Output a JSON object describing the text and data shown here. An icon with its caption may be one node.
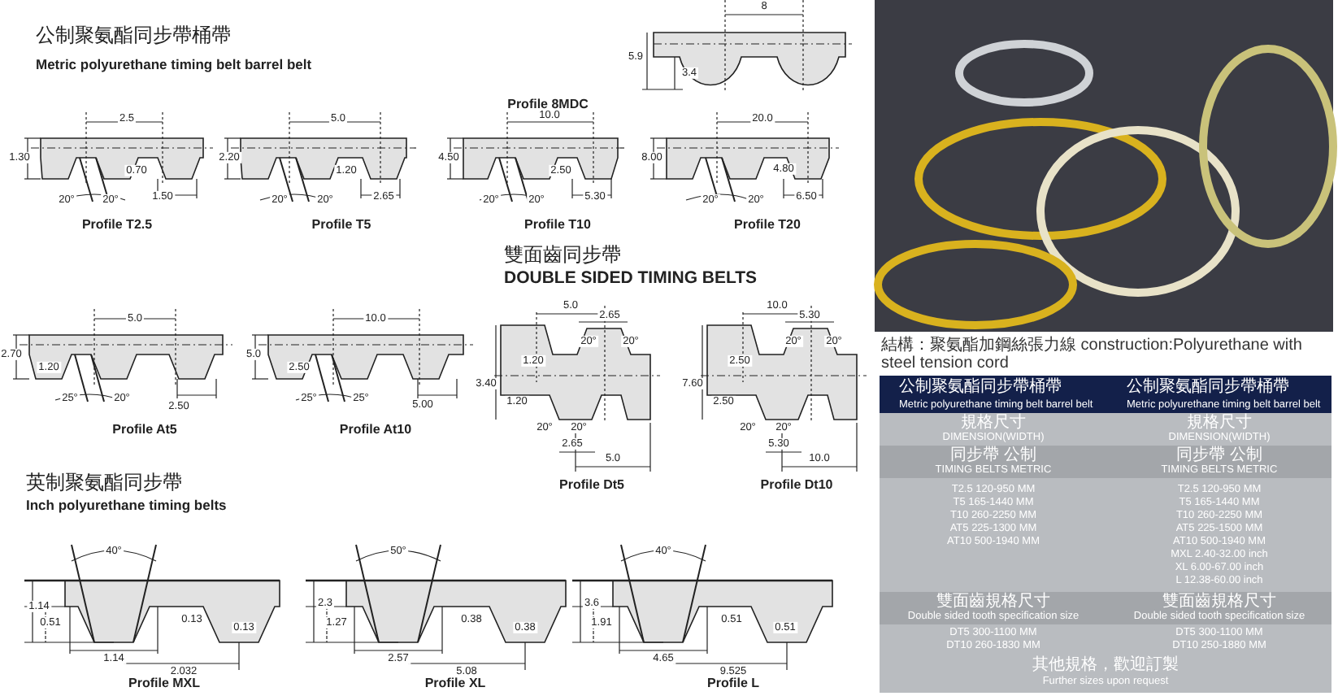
{
  "diagram": {
    "labels": [
      "公制聚氨酯同步帶桶帶",
      "Metric polyurethane timing belt barrel belt",
      "2.5",
      "1.30",
      "0.70",
      "20°",
      "20°",
      "1.50",
      "Profile T2.5",
      "5.0",
      "2.20",
      "1.20",
      "20°",
      "20°",
      "2.65",
      "Profile T5",
      "8",
      "5.9",
      "3.4",
      "Profile 8MDC",
      "10.0",
      "4.50",
      "2.50",
      "20°",
      "20°",
      "5.30",
      "Profile T10",
      "20.0",
      "8.00",
      "4.80",
      "20°",
      "20°",
      "6.50",
      "Profile T20",
      "雙面齒同步帶",
      "DOUBLE SIDED TIMING BELTS",
      "5.0",
      "2.70",
      "1.20",
      "25°",
      "20°",
      "2.50",
      "Profile At5",
      "10.0",
      "5.0",
      "2.50",
      "25°",
      "25°",
      "5.00",
      "Profile At10",
      "5.0",
      "2.65",
      "20°",
      "20°",
      "1.20",
      "3.40",
      "1.20",
      "20°",
      "20°",
      "2.65",
      "5.0",
      "Profile Dt5",
      "10.0",
      "5.30",
      "20°",
      "20°",
      "2.50",
      "7.60",
      "2.50",
      "20°",
      "20°",
      "5.30",
      "10.0",
      "Profile Dt10",
      "英制聚氨酯同步帶",
      "Inch polyurethane timing belts",
      "40°",
      "1.14",
      "0.51",
      "0.13",
      "0.13",
      "1.14",
      "2.032",
      "Profile MXL",
      "50°",
      "2.3",
      "1.27",
      "0.38",
      "0.38",
      "2.57",
      "5.08",
      "Profile XL",
      "40°",
      "3.6",
      "1.91",
      "0.51",
      "0.51",
      "4.65",
      "9.525",
      "Profile L",
      "結構：聚氨酯加鋼絲張力線 construction:Polyurethane with steel tension cord",
      "公制聚氨酯同步帶桶帶",
      "Metric polyurethane timing belt barrel belt",
      "公制聚氨酯同步帶桶帶",
      "Metric polyurethane timing belt barrel belt",
      "規格尺寸",
      "DIMENSION(WIDTH)",
      "規格尺寸",
      "DIMENSION(WIDTH)",
      "同步帶 公制",
      "TIMING BELTS METRIC",
      "同步帶 公制",
      "TIMING BELTS METRIC",
      "T2.5 120-950 MM",
      "T5 165-1440 MM",
      "T10 260-2250 MM",
      "AT5 225-1300 MM",
      "AT10 500-1940 MM",
      "T2.5 120-950 MM",
      "T5 165-1440 MM",
      "T10 260-2250 MM",
      "AT5 225-1500 MM",
      "AT10 500-1940 MM",
      "MXL 2.40-32.00 inch",
      "XL 6.00-67.00 inch",
      "L 12.38-60.00 inch",
      "雙面齒規格尺寸",
      "Double sided tooth specification size",
      "雙面齒規格尺寸",
      "Double sided tooth specification size",
      "DT5 300-1100 MM",
      "DT10 260-1830 MM",
      "DT5 300-1100 MM",
      "DT10 250-1880 MM",
      "其他規格，歡迎訂製",
      "Further sizes upon request"
    ]
  }
}
